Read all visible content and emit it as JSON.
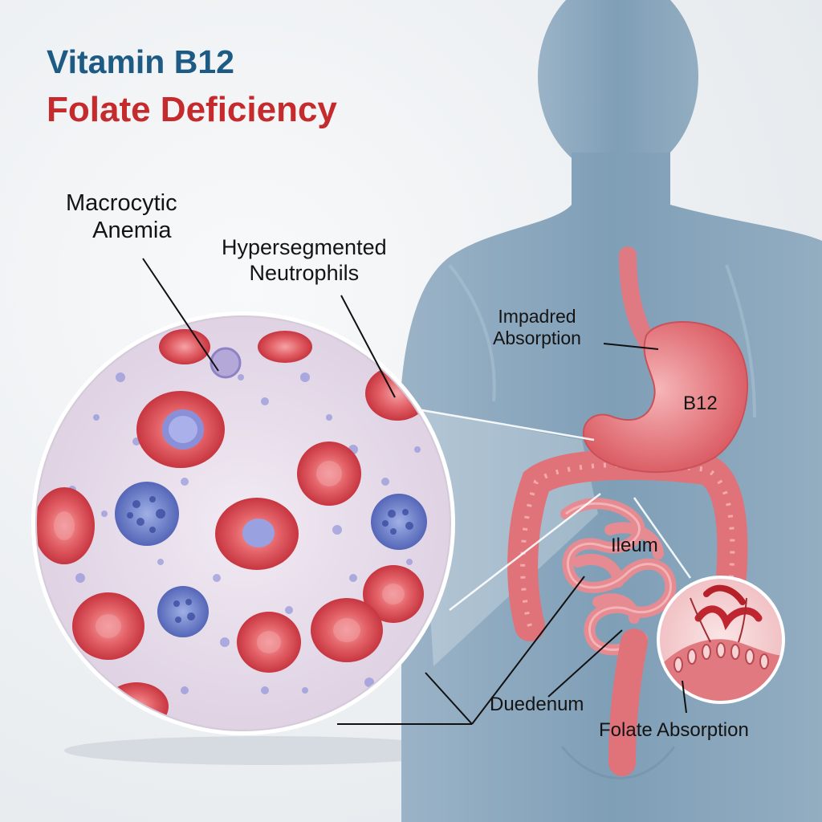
{
  "title": {
    "line1": "Vitamin B12",
    "line2": "Folate Deficiency"
  },
  "labels": {
    "macrocytic_line1": "Macrocytic",
    "macrocytic_line2": "Anemia",
    "hyperseg_line1": "Hypersegmented",
    "hyperseg_line2": "Neutrophils",
    "impaired_line1": "Impadred",
    "impaired_line2": "Absorption",
    "b12": "B12",
    "ileum": "Ileum",
    "duodenum": "Duedenum",
    "folate_absorption": "Folate Absorption"
  },
  "colors": {
    "title_blue": "#1d5a84",
    "title_red": "#c52a2d",
    "body": "#7f9fb7",
    "organ_red": "#e0707a",
    "rbc": "#d9424a",
    "neutrophil": "#5b6fc2"
  }
}
